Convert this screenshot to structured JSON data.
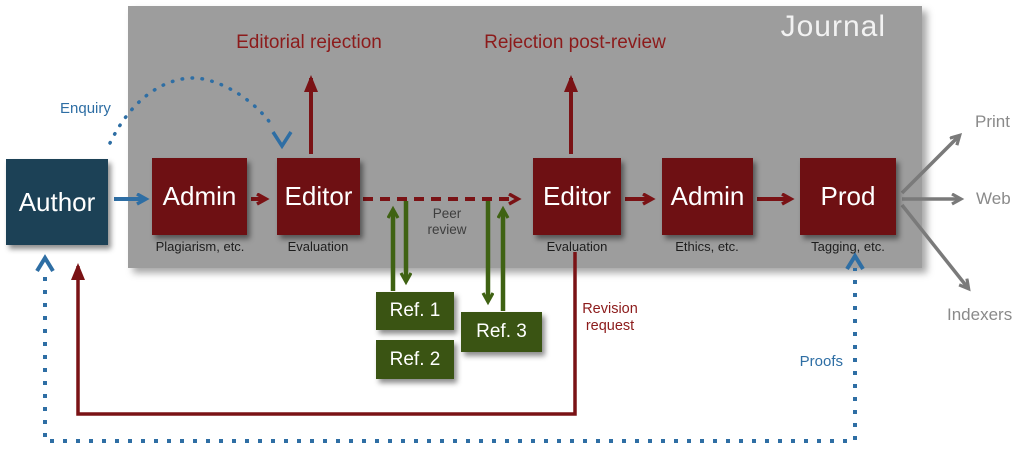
{
  "diagram_title": "Journal",
  "colors": {
    "journal_bg": "#9d9d9d",
    "stage_box": "#6e1013",
    "author_box": "#1c4156",
    "referee_box": "#3a5413",
    "maroon_line": "#7a1215",
    "maroon_text": "#8c1b1b",
    "blue": "#2e6ea4",
    "green_line": "#3f6213",
    "gray_line": "#7a7a7a",
    "gray_text": "#8a8a8a"
  },
  "nodes": {
    "author": {
      "label": "Author"
    },
    "admin_in": {
      "label": "Admin",
      "sublabel": "Plagiarism, etc."
    },
    "editor_in": {
      "label": "Editor",
      "sublabel": "Evaluation"
    },
    "editor_post": {
      "label": "Editor",
      "sublabel": "Evaluation"
    },
    "admin_post": {
      "label": "Admin",
      "sublabel": "Ethics, etc."
    },
    "prod": {
      "label": "Prod",
      "sublabel": "Tagging, etc."
    },
    "ref1": {
      "label": "Ref. 1"
    },
    "ref2": {
      "label": "Ref. 2"
    },
    "ref3": {
      "label": "Ref. 3"
    }
  },
  "annotations": {
    "editorial_rejection": "Editorial rejection",
    "rejection_post_review": "Rejection post-review",
    "enquiry": "Enquiry",
    "peer_review": "Peer review",
    "revision_request": "Revision request",
    "proofs": "Proofs"
  },
  "outputs": {
    "print": "Print",
    "web": "Web",
    "indexers": "Indexers"
  }
}
